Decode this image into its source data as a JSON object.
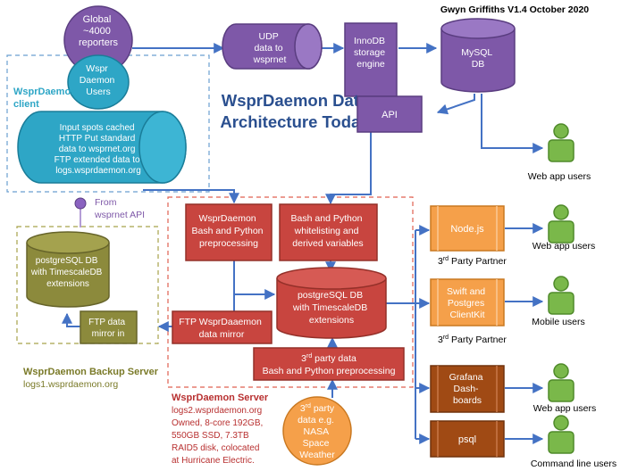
{
  "author": "Gwyn Griffiths V1.4 October 2020",
  "title": [
    "WsprDaemon Data",
    "Architecture Today"
  ],
  "reporters": [
    "Global",
    "~4000",
    "reporters"
  ],
  "wd_users": [
    "Wspr",
    "Daemon",
    "Users"
  ],
  "client_label": [
    "WsprDaemon",
    "client"
  ],
  "client_box": [
    "Input spots cached",
    "HTTP Put standard",
    "data to wsprnet.org",
    "FTP extended  data to",
    "logs.wsprdaemon.org"
  ],
  "udp": [
    "UDP",
    "data to",
    "wsprnet"
  ],
  "innodb": [
    "InnoDB",
    "storage",
    "engine"
  ],
  "mysql": [
    "MySQL",
    "DB"
  ],
  "api": "API",
  "web_app_users": "Web app users",
  "from_api": [
    "From",
    "wsprnet API"
  ],
  "backup_db": [
    "postgreSQL DB",
    "with TimescaleDB",
    "extensions"
  ],
  "ftp_mirror_in": [
    "FTP data",
    "mirror in"
  ],
  "backup_server": [
    "WsprDaemon Backup Server",
    "logs1.wsprdaemon.org"
  ],
  "preprocessing": [
    "WsprDaemon",
    "Bash and Python",
    "preprocessing"
  ],
  "whitelisting": [
    "Bash and Python",
    "whitelisting and",
    "derived variables"
  ],
  "main_db": [
    "postgreSQL DB",
    "with TimescaleDB",
    "extensions"
  ],
  "ftp_mirror": [
    "FTP  WsprDaaemon",
    "data mirror"
  ],
  "third_party_pre": {
    "num": "3",
    "sup": "rd",
    "line1": " party data",
    "line2": "Bash and Python preprocessing"
  },
  "third_party_data": {
    "num": "3",
    "sup": "rd",
    "line1": " party",
    "rest": [
      "data e.g.",
      "NASA",
      "Space",
      "Weather"
    ]
  },
  "server": [
    "WsprDaemon Server",
    "logs2.wsprdaemon.org",
    "Owned, 8-core 192GB,",
    "550GB SSD, 7.3TB",
    "RAID5 disk, colocated",
    "at Hurricane Electric."
  ],
  "nodejs": "Node.js",
  "swift": [
    "Swift and",
    "Postgres",
    "ClientKit"
  ],
  "partner": {
    "num": "3",
    "sup": "rd",
    "rest": " Party Partner"
  },
  "mobile_users": "Mobile users",
  "grafana": [
    "Grafana",
    "Dash-",
    "boards"
  ],
  "psql": "psql",
  "cmd_users": "Command line users",
  "colors": {
    "purple": "#7e58a8",
    "purple_edge": "#5a3d80",
    "teal": "#2ea6c6",
    "teal_edge": "#1a7d99",
    "olive": "#8c8a3c",
    "olive_edge": "#66642a",
    "red": "#c8453f",
    "red_edge": "#943029",
    "orange": "#f5a04a",
    "orange_edge": "#c97820",
    "brown": "#a04a14",
    "brown_edge": "#70320c",
    "green": "#7ab84a",
    "green_edge": "#4f8a2a",
    "arrow": "#4472c4",
    "title_blue": "#2a4f8f",
    "olive_text": "#7a7a28",
    "red_text": "#b83030"
  }
}
